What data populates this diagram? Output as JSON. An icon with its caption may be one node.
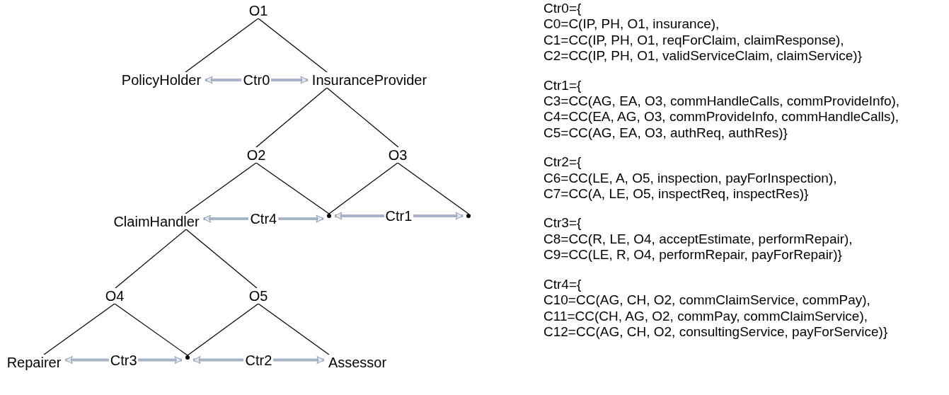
{
  "diagram": {
    "nodes": [
      {
        "text": [
          "O1"
        ]
      },
      {
        "text": [
          "PolicyHolder"
        ]
      },
      {
        "text": [
          "InsuranceProvider"
        ]
      },
      {
        "text": [
          "O2"
        ]
      },
      {
        "text": [
          "O3"
        ]
      },
      {
        "text": [
          "ClaimHandler"
        ]
      },
      {
        "text": [],
        "shape": "point"
      },
      {
        "text": [],
        "shape": "point"
      },
      {
        "text": [
          "O4"
        ]
      },
      {
        "text": [
          "O5"
        ]
      },
      {
        "text": [
          "Repairer"
        ]
      },
      {
        "text": [],
        "shape": "point"
      },
      {
        "text": [
          "Assessor"
        ]
      }
    ],
    "edges": [
      {
        "from": 0,
        "to": 1,
        "arrow": "none"
      },
      {
        "from": 0,
        "to": 2,
        "arrow": "none"
      },
      {
        "from": 2,
        "to": 3,
        "arrow": "none"
      },
      {
        "from": 2,
        "to": 4,
        "arrow": "none"
      },
      {
        "from": 3,
        "to": 5,
        "arrow": "none"
      },
      {
        "from": 3,
        "to": 6,
        "arrow": "none"
      },
      {
        "from": 4,
        "to": 6,
        "arrow": "none"
      },
      {
        "from": 4,
        "to": 7,
        "arrow": "none"
      },
      {
        "from": 5,
        "to": 8,
        "arrow": "none"
      },
      {
        "from": 5,
        "to": 9,
        "arrow": "none"
      },
      {
        "from": 8,
        "to": 10,
        "arrow": "none"
      },
      {
        "from": 8,
        "to": 11,
        "arrow": "none"
      },
      {
        "from": 9,
        "to": 11,
        "arrow": "none"
      },
      {
        "from": 9,
        "to": 12,
        "arrow": "none"
      },
      {
        "from": 1,
        "to": 2,
        "arrow": "both",
        "label": "Ctr0",
        "style": "thick",
        "color": "#a7b3c7"
      },
      {
        "from": 5,
        "to": 6,
        "arrow": "both",
        "label": "Ctr4",
        "style": "thick",
        "color": "#a7b3c7"
      },
      {
        "from": 6,
        "to": 7,
        "arrow": "both",
        "label": "Ctr1",
        "style": "thick",
        "color": "#a7b3c7"
      },
      {
        "from": 10,
        "to": 11,
        "arrow": "both",
        "label": "Ctr3",
        "style": "thick",
        "color": "#a7b3c7"
      },
      {
        "from": 11,
        "to": 12,
        "arrow": "both",
        "label": "Ctr2",
        "style": "thick",
        "color": "#a7b3c7"
      }
    ],
    "labels": [
      "Ctr0={",
      "C0=C(IP, PH, O1, insurance),",
      "C1=CC(IP, PH, O1, reqForClaim, claimResponse),",
      "C2=CC(IP, PH, O1, validServiceClaim, claimService)}",
      "Ctr1={",
      "C3=CC(AG, EA, O3, commHandleCalls, commProvideInfo),",
      "C4=CC(EA, AG, O3, commProvideInfo, commHandleCalls),",
      "C5=CC(AG, EA, O3, authReq, authRes)}",
      "Ctr2={",
      "C6=CC(LE, A, O5, inspection, payForInspection),",
      "C7=CC(A, LE, O5, inspectReq, inspectRes)}",
      "Ctr3={",
      "C8=CC(R, LE, O4, acceptEstimate, performRepair),",
      "C9=CC(LE, R, O4, performRepair, payForRepair)}",
      "Ctr4={",
      "C10=CC(AG, CH, O2, commClaimService, commPay),",
      "C11=CC(CH, AG, O2, commPay, commClaimService),",
      "C12=CC(AG, CH, O2, consultingService, payForService)}"
    ]
  }
}
